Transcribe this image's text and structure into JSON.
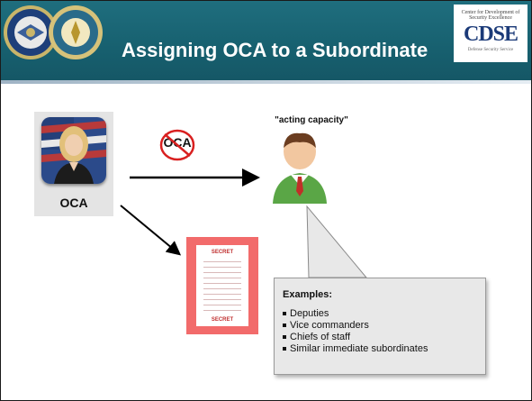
{
  "header": {
    "title": "Assigning OCA to a Subordinate",
    "logo_small": "Center for Development of Security Excellence",
    "logo_text": "CDSE",
    "logo_sub": "Defense Security Service"
  },
  "diagram": {
    "oca_label": "OCA",
    "crossed_label": "OCA",
    "acting_label": "\"acting capacity\"",
    "secret_label": "SECRET"
  },
  "callout": {
    "title": "Examples:",
    "items": [
      "Deputies",
      "Vice commanders",
      "Chiefs of staff",
      "Similar immediate subordinates"
    ]
  },
  "colors": {
    "banner": "#1f6e7e",
    "secret_bg": "#f26b6b",
    "callout_bg": "#e8e8e8",
    "prohibit": "#d92020"
  }
}
